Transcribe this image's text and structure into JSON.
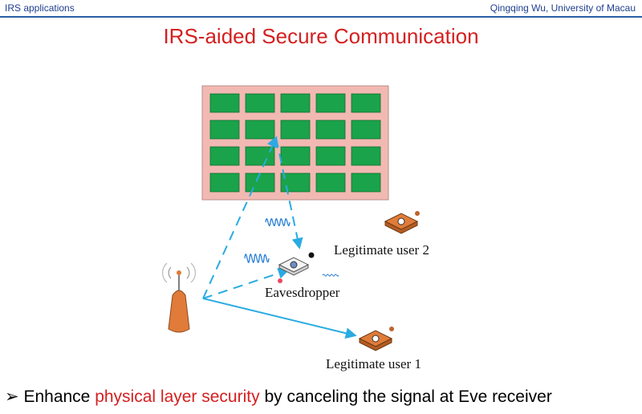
{
  "header": {
    "left_text": "IRS applications",
    "right_text": "Qingqing Wu, University of Macau"
  },
  "slide": {
    "title": "IRS-aided Secure Communication"
  },
  "diagram": {
    "labels": {
      "legit_user_2": "Legitimate user 2",
      "eavesdropper": "Eavesdropper",
      "legit_user_1": "Legitimate user 1"
    },
    "colors": {
      "irs_background": "#f2b9b3",
      "irs_element": "#1aa34a",
      "signal_arrow": "#29abe2",
      "base_station": "#e07b39",
      "user_device": "#e07b39"
    },
    "icons": [
      "irs-panel-icon",
      "base-station-icon",
      "user-device-icon",
      "eavesdropper-device-icon",
      "waveform-icon"
    ]
  },
  "bullet": {
    "marker": "➢",
    "text_before": "Enhance ",
    "highlight": "physical layer security",
    "text_after": " by canceling the signal at Eve receiver"
  }
}
